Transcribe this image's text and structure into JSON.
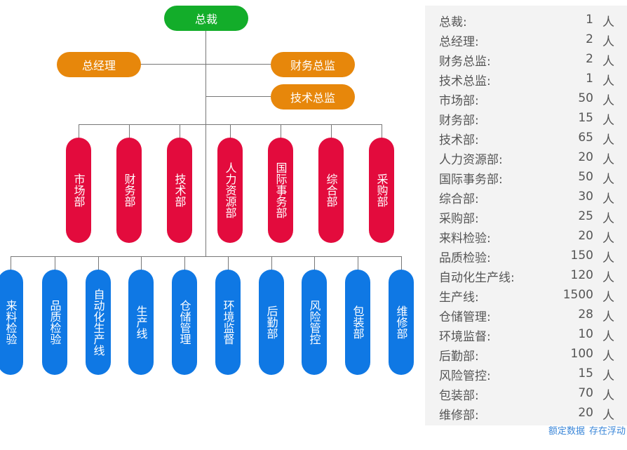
{
  "chart": {
    "root": "总裁",
    "managers": {
      "general_manager": "总经理",
      "finance_director": "财务总监",
      "tech_director": "技术总监"
    },
    "departments": [
      "市场部",
      "财务部",
      "技术部",
      "人力资源部",
      "国际事务部",
      "综合部",
      "采购部"
    ],
    "production": [
      "来料检验",
      "品质检验",
      "自动化生产线",
      "生产线",
      "仓储管理",
      "环境监督",
      "后勤部",
      "风险管控",
      "包装部",
      "维修部"
    ],
    "colors": {
      "root": "#13ad2a",
      "manager": "#e7870b",
      "department": "#e30b3d",
      "production": "#0f78e4"
    }
  },
  "headcount": {
    "unit": "人",
    "rows": [
      {
        "name": "总裁:",
        "count": "1"
      },
      {
        "name": "总经理:",
        "count": "2"
      },
      {
        "name": "财务总监:",
        "count": "2"
      },
      {
        "name": "技术总监:",
        "count": "1"
      },
      {
        "name": "市场部:",
        "count": "50"
      },
      {
        "name": "财务部:",
        "count": "15"
      },
      {
        "name": "技术部:",
        "count": "65"
      },
      {
        "name": "人力资源部:",
        "count": "20"
      },
      {
        "name": "国际事务部:",
        "count": "50"
      },
      {
        "name": "综合部:",
        "count": "30"
      },
      {
        "name": "采购部:",
        "count": "25"
      },
      {
        "name": "来料检验:",
        "count": "20"
      },
      {
        "name": "品质检验:",
        "count": "150"
      },
      {
        "name": "自动化生产线:",
        "count": "120"
      },
      {
        "name": "生产线:",
        "count": "1500"
      },
      {
        "name": "仓储管理:",
        "count": "28"
      },
      {
        "name": "环境监督:",
        "count": "10"
      },
      {
        "name": "后勤部:",
        "count": "100"
      },
      {
        "name": "风险管控:",
        "count": "15"
      },
      {
        "name": "包装部:",
        "count": "70"
      },
      {
        "name": "维修部:",
        "count": "20"
      }
    ],
    "footnote": {
      "rated": "额定数据",
      "floating": "存在浮动"
    }
  }
}
